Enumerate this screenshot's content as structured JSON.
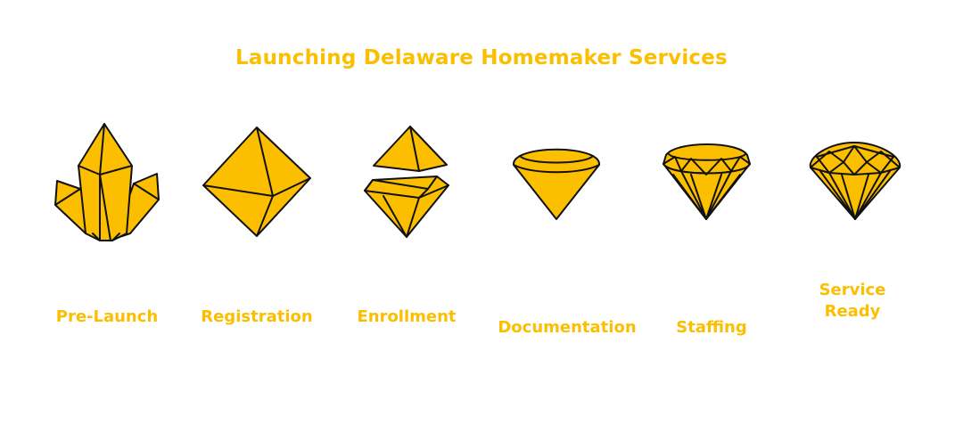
{
  "title": "Launching Delaware Homemaker Services",
  "colors": {
    "accent": "#FBBF00",
    "outline": "#111111",
    "background": "#FFFFFF"
  },
  "stages": [
    {
      "label": "Pre-Launch",
      "icon": "crystal-cluster-icon"
    },
    {
      "label": "Registration",
      "icon": "octahedron-gem-icon"
    },
    {
      "label": "Enrollment",
      "icon": "split-gem-icon"
    },
    {
      "label": "Documentation",
      "icon": "simple-cut-gem-icon"
    },
    {
      "label": "Staffing",
      "icon": "faceted-gem-icon"
    },
    {
      "label": "Service Ready",
      "icon": "brilliant-cut-diamond-icon"
    }
  ]
}
